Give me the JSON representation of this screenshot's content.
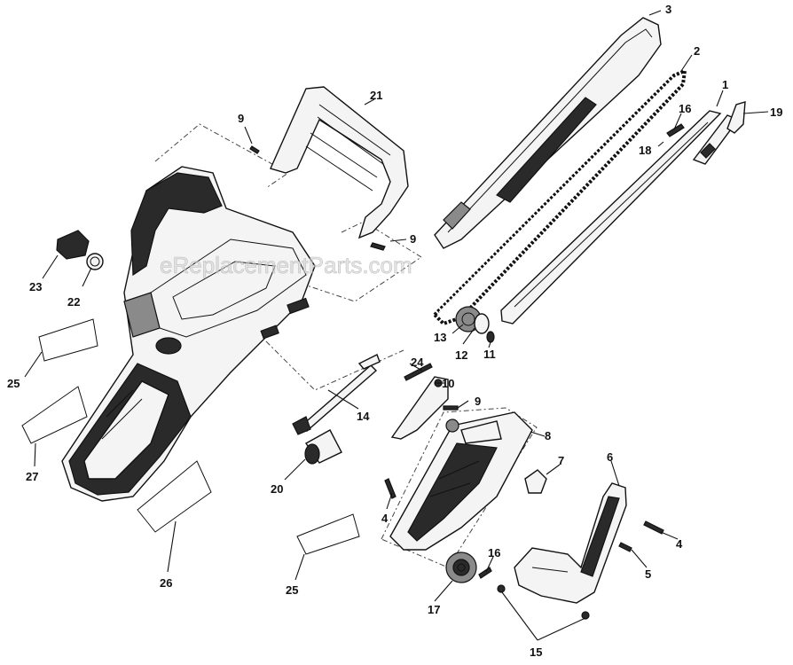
{
  "watermark": "eReplacementParts.com",
  "callouts": {
    "c1": "1",
    "c2": "2",
    "c3": "3",
    "c4a": "4",
    "c4b": "4",
    "c5": "5",
    "c6": "6",
    "c7": "7",
    "c8": "8",
    "c9a": "9",
    "c9b": "9",
    "c9c": "9",
    "c10": "10",
    "c11": "11",
    "c12": "12",
    "c13": "13",
    "c14": "14",
    "c15": "15",
    "c16a": "16",
    "c16b": "16",
    "c17": "17",
    "c18": "18",
    "c19": "19",
    "c20": "20",
    "c21": "21",
    "c22": "22",
    "c23": "23",
    "c24": "24",
    "c25a": "25",
    "c25b": "25",
    "c26": "26",
    "c27": "27"
  }
}
